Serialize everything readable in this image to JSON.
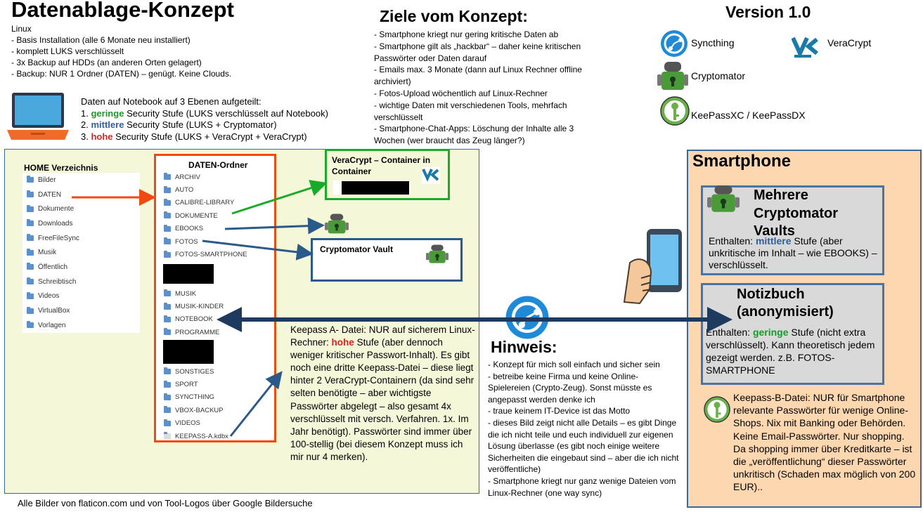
{
  "title": "Datenablage-Konzept",
  "linux": {
    "heading": "Linux",
    "items": [
      "- Basis Installation (alle 6 Monate neu installiert)",
      "- komplett LUKS verschlüsselt",
      "- 3x Backup auf HDDs (an anderen Orten gelagert)",
      "- Backup: NUR 1 Ordner (DATEN) – genügt. Keine Clouds."
    ]
  },
  "levels": {
    "intro": "Daten auf Notebook auf 3 Ebenen aufgeteilt:",
    "l1_num": "1.",
    "l1_word": "geringe",
    "l1_rest": "Security Stufe (LUKS verschlüsselt auf Notebook)",
    "l2_num": "2.",
    "l2_word": "mittlere",
    "l2_rest": "Security Stufe (LUKS + Cryptomator)",
    "l3_num": "3.",
    "l3_word": "hohe",
    "l3_rest": "Security Stufe (LUKS + VeraCrypt + VeraCrypt)"
  },
  "goals": {
    "heading": "Ziele vom Konzept:",
    "items": [
      "- Smartphone kriegt nur gering kritische Daten ab",
      "- Smartphone gilt als „hackbar“ – daher keine kritischen Passwörter oder Daten darauf",
      "- Emails max. 3 Monate (dann auf Linux Rechner offline archiviert)",
      "- Fotos-Upload wöchentlich auf Linux-Rechner",
      "- wichtige Daten mit verschiedenen Tools, mehrfach verschlüsselt",
      "- Smartphone-Chat-Apps: Löschung der Inhalte alle 3 Wochen (wer braucht das Zeug länger?)"
    ]
  },
  "version": "Version 1.0",
  "tools": {
    "syncthing": "Syncthing",
    "veracrypt": "VeraCrypt",
    "cryptomator": "Cryptomator",
    "keepass": "KeePassXC / KeePassDX"
  },
  "home": {
    "heading": "HOME Verzeichnis",
    "folders": [
      "Bilder",
      "DATEN",
      "Dokumente",
      "Downloads",
      "FreeFileSync",
      "Musik",
      "Öffentlich",
      "Schreibtisch",
      "Videos",
      "VirtualBox",
      "Vorlagen"
    ]
  },
  "daten": {
    "heading": "DATEN-Ordner",
    "group1": [
      "ARCHIV",
      "AUTO",
      "CALIBRE-LIBRARY",
      "DOKUMENTE",
      "EBOOKS",
      "FOTOS",
      "FOTOS-SMARTPHONE"
    ],
    "group2": [
      "MUSIK",
      "MUSIK-KINDER",
      "NOTEBOOK",
      "PROGRAMME"
    ],
    "group3": [
      "SONSTIGES",
      "SPORT",
      "SYNCTHING",
      "VBOX-BACKUP",
      "VIDEOS"
    ],
    "kdbx": "KEEPASS-A.kdbx"
  },
  "veracrypt_box": {
    "title": "VeraCrypt – Container in Container"
  },
  "cryptomator_box": {
    "title": "Cryptomator Vault"
  },
  "keepass_a": {
    "p1": "Keepass A- Datei: NUR auf sicherem Linux-Rechner:",
    "hohe": "hohe",
    "p2": "Stufe (aber dennoch weniger kritischer Passwort-Inhalt). Es gibt noch eine dritte Keepass-Datei – diese liegt hinter 2 VeraCrypt-Containern (da sind sehr selten benötigte – aber wichtigste Passwörter abgelegt – also gesamt 4x verschlüsselt mit versch. Verfahren. 1x. Im Jahr benötigt). Passwörter sind immer über 100-stellig (bei diesem Konzept muss ich mir nur 4 merken)."
  },
  "credits": "Alle Bilder von flaticon.com und von Tool-Logos über Google Bildersuche",
  "hint": {
    "heading": "Hinweis:",
    "items": [
      "- Konzept für mich soll einfach und sicher sein",
      "- betreibe keine Firma und keine Online-Spielereien (Crypto-Zeug). Sonst müsste es angepasst werden denke ich",
      "- traue keinem IT-Device ist das Motto",
      "- dieses Bild zeigt nicht alle Details – es gibt Dinge die ich nicht teile und euch individuell zur eigenen Lösung überlasse (es gibt noch einige weitere Sicherheiten die eingebaut sind – aber die ich nicht veröffentliche)",
      "- Smartphone kriegt nur ganz wenige Dateien vom Linux-Rechner (one way sync)"
    ]
  },
  "smartphone": {
    "heading": "Smartphone",
    "vaults_title": "Mehrere Cryptomator Vaults",
    "vaults_pre": "Enthalten:",
    "vaults_word": "mittlere",
    "vaults_post": "Stufe (aber unkritische im Inhalt – wie EBOOKS) – verschlüsselt.",
    "notebook_title": "Notizbuch (anonymisiert)",
    "nb_pre": "Enthalten:",
    "nb_word": "geringe",
    "nb_post": "Stufe (nicht extra verschlüsselt). Kann theoretisch jedem gezeigt werden. z.B. FOTOS-SMARTPHONE",
    "keepass_b": "Keepass-B-Datei: NUR für Smartphone relevante Passwörter für wenige Online-Shops. Nix mit Banking oder Behörden. Keine Email-Passwörter. Nur shopping. Da shopping immer über Kreditkarte – ist die „veröffentlichung“ dieser Passwörter unkritisch (Schaden max möglich von 200 EUR).."
  },
  "colors": {
    "green": "#1a9a2a",
    "blue": "#2f5f9a",
    "red": "#e02020",
    "orange_border": "#f04a10",
    "navy_arrow": "#1e3a5f"
  }
}
